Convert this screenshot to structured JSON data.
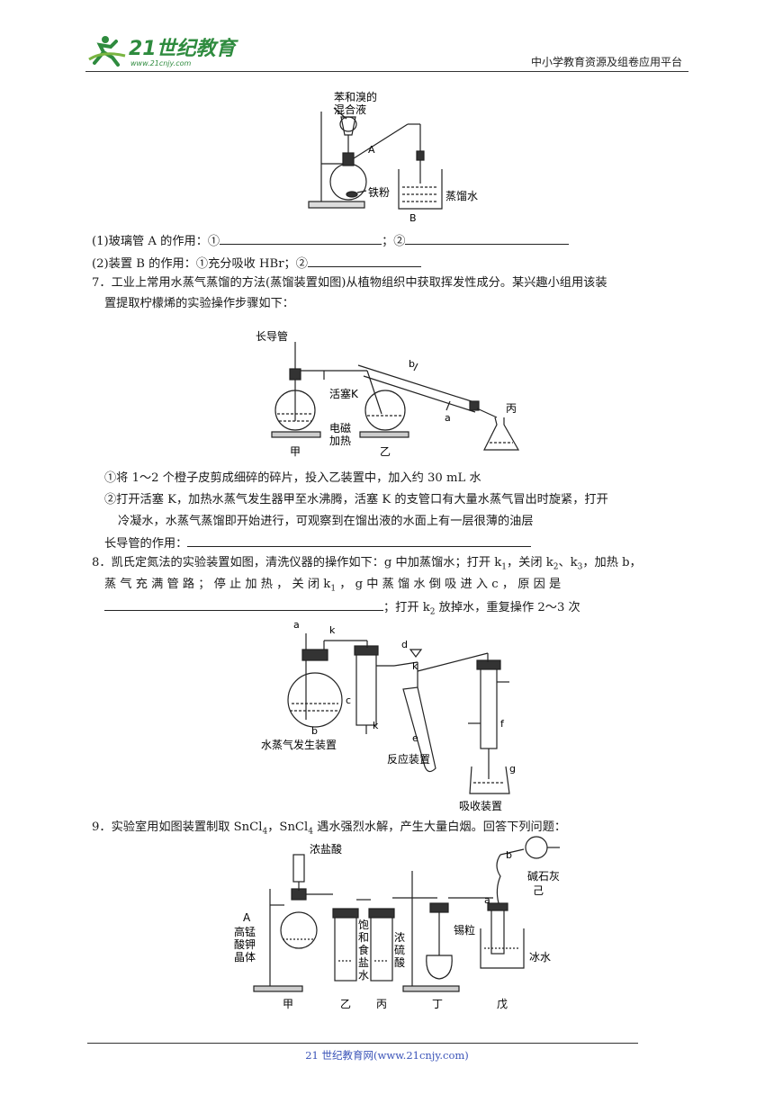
{
  "header": {
    "logo_text": "21世纪教育",
    "logo_url": "www.21cnjy.com",
    "platform": "中小学教育资源及组卷应用平台"
  },
  "fig1": {
    "label_mix": "苯和溴的",
    "label_mix2": "混合液",
    "label_a": "A",
    "label_iron": "铁粉",
    "label_water": "蒸馏水",
    "label_b": "B"
  },
  "q6": {
    "line1_prefix": "(1)玻璃管 A 的作用：①",
    "line1_mid": "；②",
    "line2_prefix": "(2)装置 B 的作用：①充分吸收 HBr；②"
  },
  "q7": {
    "line1": "7．工业上常用水蒸气蒸馏的方法(蒸馏装置如图)从植物组织中获取挥发性成分。某兴趣小组用该装",
    "line2": "置提取柠檬烯的实验操作步骤如下：",
    "step1": "①将 1～2 个橙子皮剪成细碎的碎片，投入乙装置中，加入约 30 mL 水",
    "step2a": "②打开活塞 K，加热水蒸气发生器甲至水沸腾，活塞 K 的支管口有大量水蒸气冒出时旋紧，打开",
    "step2b": "冷凝水，水蒸气蒸馏即开始进行，可观察到在馏出液的水面上有一层很薄的油层",
    "question": "长导管的作用："
  },
  "fig2": {
    "label_tube": "长导管",
    "label_k": "活塞K",
    "label_heat1": "电磁",
    "label_heat2": "加热",
    "label_jia": "甲",
    "label_yi": "乙",
    "label_bing": "丙",
    "label_a": "a",
    "label_b": "b"
  },
  "q8": {
    "line1": "8．凯氏定氮法的实验装置如图，清洗仪器的操作如下：g 中加蒸馏水；打开 k",
    "line1_sub1": "1",
    "line1_mid": "，关闭 k",
    "line1_sub2": "2",
    "line1_mid2": "、k",
    "line1_sub3": "3",
    "line1_end": "，加热 b，",
    "line2a": "蒸 气 充 满 管 路 ； 停 止 加 热 ， 关 闭 k",
    "line2_sub": "1",
    "line2b": " ， g 中 蒸 馏 水 倒 吸 进 入 c ， 原 因 是",
    "line3_end": "；打开 k",
    "line3_sub": "2",
    "line3_end2": " 放掉水，重复操作 2～3 次"
  },
  "fig3": {
    "label_a": "a",
    "label_k1": "k",
    "label_b": "b",
    "label_c": "c",
    "label_k2": "k",
    "label_d": "d",
    "label_k3": "k",
    "label_e": "e",
    "label_f": "f",
    "label_g": "g",
    "label_steam": "水蒸气发生装置",
    "label_reaction": "反应装置",
    "label_absorb": "吸收装置"
  },
  "q9": {
    "line1a": "9．实验室用如图装置制取 SnCl",
    "sub1": "4",
    "line1b": "，SnCl",
    "sub2": "4",
    "line1c": " 遇水强烈水解，产生大量白烟。回答下列问题："
  },
  "fig4": {
    "label_hcl": "浓盐酸",
    "label_a": "A",
    "label_kmno4_1": "高锰",
    "label_kmno4_2": "酸钾",
    "label_kmno4_3": "晶体",
    "label_nacl": [
      "饱",
      "和",
      "食",
      "盐",
      "水"
    ],
    "label_h2so4": [
      "浓",
      "硫",
      "酸"
    ],
    "label_tin": "锡粒",
    "label_soda": "碱石灰",
    "label_ji": "己",
    "label_b": "b",
    "label_a2": "a",
    "label_ice": "冰水",
    "label_jia": "甲",
    "label_yi": "乙",
    "label_bing": "丙",
    "label_ding": "丁",
    "label_wu": "戊"
  },
  "footer": {
    "text": "21 世纪教育网(www.21cnjy.com)"
  }
}
